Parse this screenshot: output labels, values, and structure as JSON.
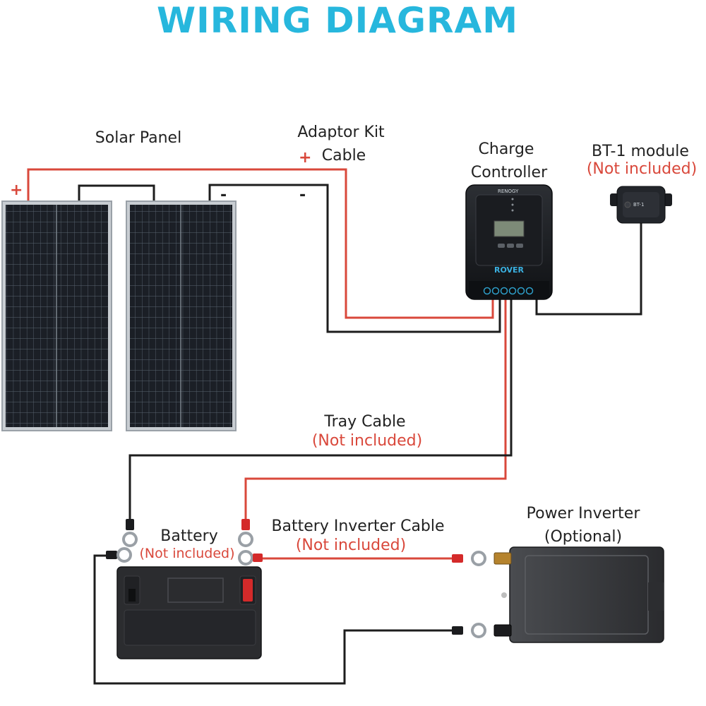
{
  "title": "WIRING DIAGRAM",
  "labels": {
    "solar_panel": "Solar Panel",
    "adaptor_kit_line1": "Adaptor Kit",
    "adaptor_kit_line2": "Cable",
    "charge_controller_line1": "Charge",
    "charge_controller_line2": "Controller",
    "bt1_module": "BT-1 module",
    "bt1_note": "(Not included)",
    "tray_cable": "Tray Cable",
    "tray_cable_note": "(Not included)",
    "battery": "Battery",
    "battery_note": "(Not included)",
    "battery_inverter_cable": "Battery Inverter Cable",
    "battery_inverter_cable_note": "(Not included)",
    "power_inverter_line1": "Power Inverter",
    "power_inverter_line2": "(Optional)"
  },
  "polarity": {
    "panel_positive": "+",
    "adaptor_positive": "+",
    "panel_negative": "-",
    "adaptor_negative": "-"
  },
  "controller_brand": "RENOGY",
  "controller_model": "ROVER",
  "colors": {
    "title": "#27b7dd",
    "positive_wire": "#d9483b",
    "negative_wire": "#1d1d1d",
    "note_text": "#d9483b"
  },
  "icons": [
    "solar-panel-icon",
    "charge-controller-icon",
    "bt1-module-icon",
    "battery-icon",
    "power-inverter-icon",
    "ring-terminal-icon"
  ]
}
